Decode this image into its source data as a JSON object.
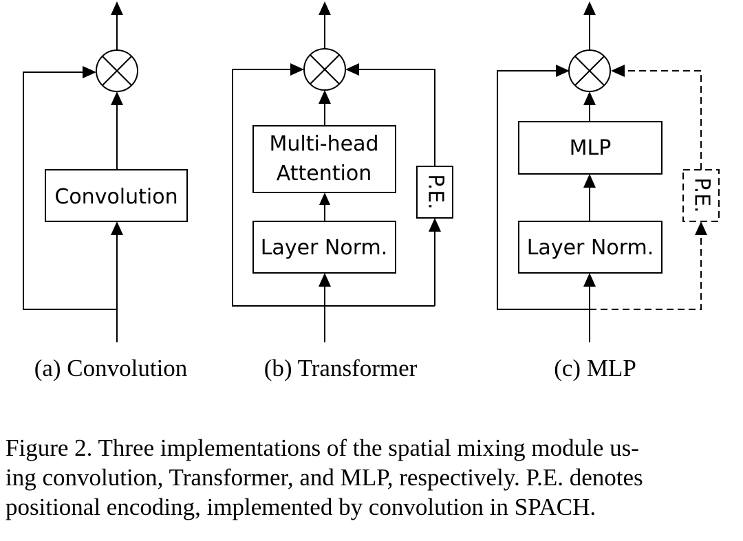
{
  "panels": {
    "a": {
      "block": "Convolution",
      "caption": "(a) Convolution"
    },
    "b": {
      "block_top_line1": "Multi-head",
      "block_top_line2": "Attention",
      "block_bottom": "Layer Norm.",
      "pe": "P.E.",
      "caption": "(b) Transformer"
    },
    "c": {
      "block_top": "MLP",
      "block_bottom": "Layer Norm.",
      "pe": "P.E.",
      "caption": "(c) MLP"
    }
  },
  "caption_lines": [
    "Figure 2. Three implementations of the spatial mixing module us-",
    "ing convolution, Transformer, and MLP, respectively. P.E. denotes",
    "positional encoding, implemented by convolution in SPACH."
  ]
}
